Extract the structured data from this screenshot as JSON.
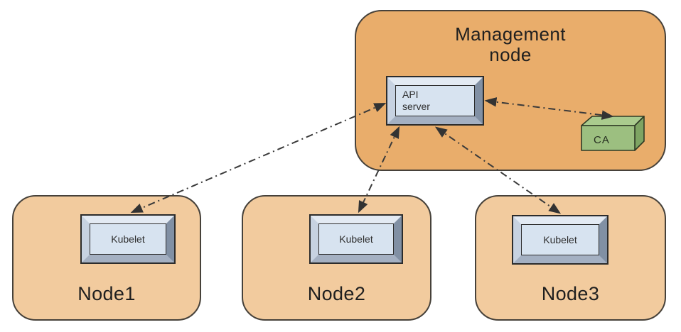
{
  "diagram": {
    "management": {
      "label": "Management\nnode",
      "api_server_label": "API\nserver",
      "ca_label": "CA"
    },
    "nodes": [
      {
        "label": "Node1",
        "machine_label": "Kubelet"
      },
      {
        "label": "Node2",
        "machine_label": "Kubelet"
      },
      {
        "label": "Node3",
        "machine_label": "Kubelet"
      }
    ],
    "connections": [
      {
        "from": "API server",
        "to": "Node1 Kubelet",
        "style": "dash-dot",
        "arrows": "both"
      },
      {
        "from": "API server",
        "to": "Node2 Kubelet",
        "style": "dash-dot",
        "arrows": "both"
      },
      {
        "from": "API server",
        "to": "Node3 Kubelet",
        "style": "dash-dot",
        "arrows": "both"
      },
      {
        "from": "API server",
        "to": "CA",
        "style": "dash-dot",
        "arrows": "both"
      }
    ],
    "colors": {
      "management_fill": "#e9ad6b",
      "node_fill": "#f2cb9e",
      "machine_panel_fill": "#d7e3f0",
      "ca_front_fill": "#9cbf80",
      "ca_top_fill": "#aacb8e",
      "ca_side_fill": "#7ea463",
      "border": "#46413a",
      "arrow": "#3a3a3a"
    }
  }
}
